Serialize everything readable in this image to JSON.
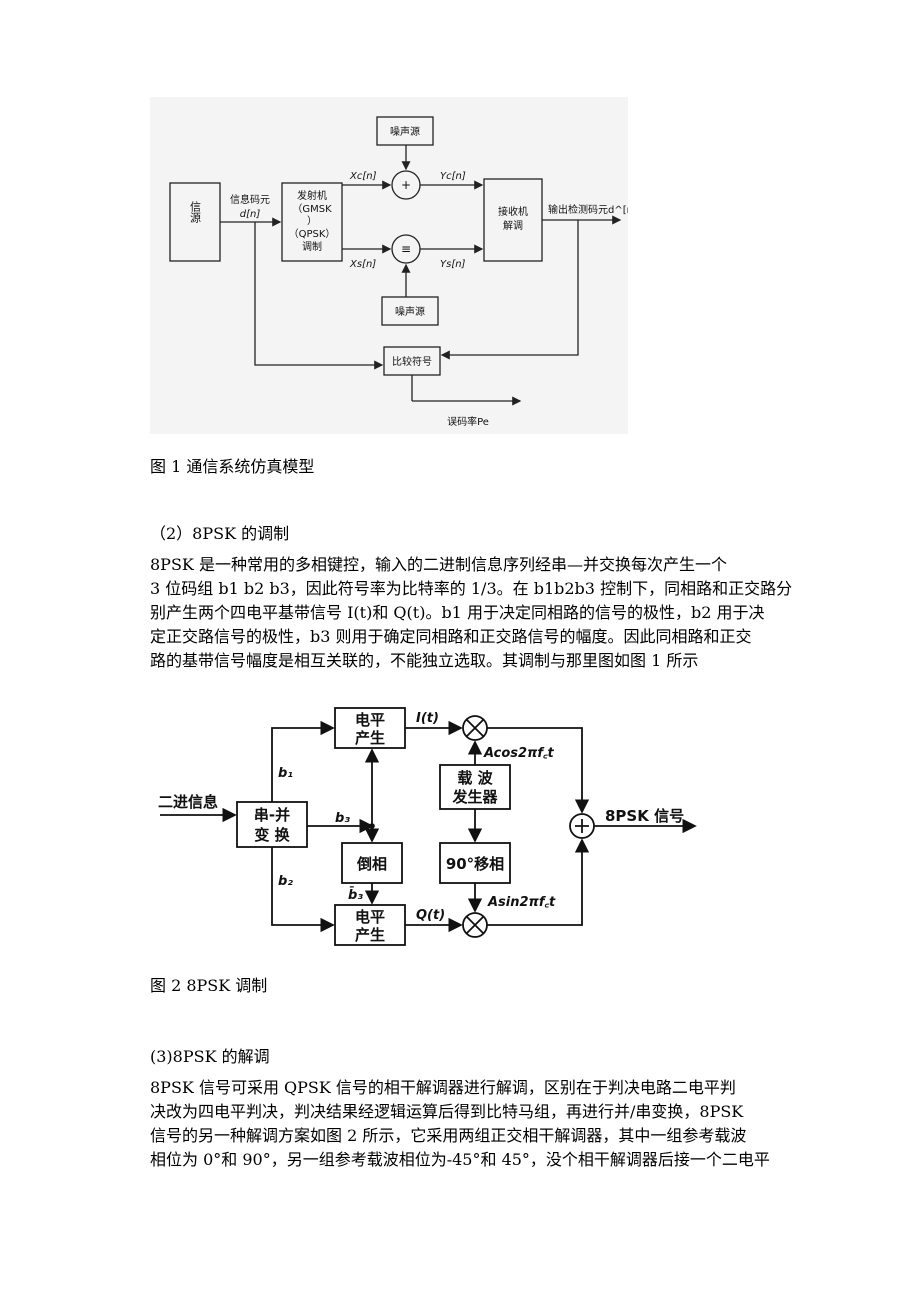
{
  "figure1": {
    "caption": "图 1    通信系统仿真模型",
    "blocks": {
      "source": "信源",
      "info_bits_1": "信息码元",
      "info_bits_2": "d[n]",
      "tx_1": "发射机",
      "tx_2": "（GMSK",
      "tx_3": "）",
      "tx_4": "（QPSK）",
      "tx_5": "调制",
      "noise_top": "噪声源",
      "noise_bottom": "噪声源",
      "rx_1": "接收机",
      "rx_2": "解调",
      "output": "输出检测码元d^[n]",
      "compare": "比较符号",
      "ber": "误码率Pe",
      "xc": "Xc[n]",
      "xs": "Xs[n]",
      "yc": "Yc[n]",
      "ys": "Ys[n]",
      "adder_top": "+",
      "adder_bottom": "≡"
    }
  },
  "section2": {
    "heading": "（2）8PSK 的调制",
    "lines": [
      "8PSK 是一种常用的多相键控，输入的二进制信息序列经串—并交换每次产生一个",
      "3 位码组 b1 b2 b3，因此符号率为比特率的 1/3。在 b1b2b3 控制下，同相路和正交路分",
      "别产生两个四电平基带信号 I(t)和 Q(t)。b1 用于决定同相路的信号的极性，b2 用于决",
      "定正交路信号的极性，b3 则用于确定同相路和正交路信号的幅度。因此同相路和正交",
      "路的基带信号幅度是相互关联的，不能独立选取。其调制与那里图如图 1 所示"
    ]
  },
  "figure2": {
    "caption": "图 2 8PSK 调制",
    "labels": {
      "input": "二进信息",
      "sp_1": "串-并",
      "sp_2": "变  换",
      "level_top_1": "电平",
      "level_top_2": "产生",
      "level_bottom_1": "电平",
      "level_bottom_2": "产生",
      "carrier_1": "载  波",
      "carrier_2": "发生器",
      "invert": "倒相",
      "shift": "90°移相",
      "b1": "b₁",
      "b2": "b₂",
      "b3": "b₃",
      "b3bar": "b̄₃",
      "it": "I(t)",
      "qt": "Q(t)",
      "acos": "Acos2πf꜀t",
      "asin": "Asin2πf꜀t",
      "output": "8PSK 信号"
    }
  },
  "section3": {
    "heading": "(3)8PSK 的解调",
    "lines": [
      "8PSK 信号可采用 QPSK 信号的相干解调器进行解调，区别在于判决电路二电平判",
      "决改为四电平判决，判决结果经逻辑运算后得到比特马组，再进行并/串变换，8PSK",
      "信号的另一种解调方案如图 2 所示，它采用两组正交相干解调器，其中一组参考载波",
      "相位为 0°和 90°，另一组参考载波相位为-45°和 45°，没个相干解调器后接一个二电平"
    ]
  }
}
